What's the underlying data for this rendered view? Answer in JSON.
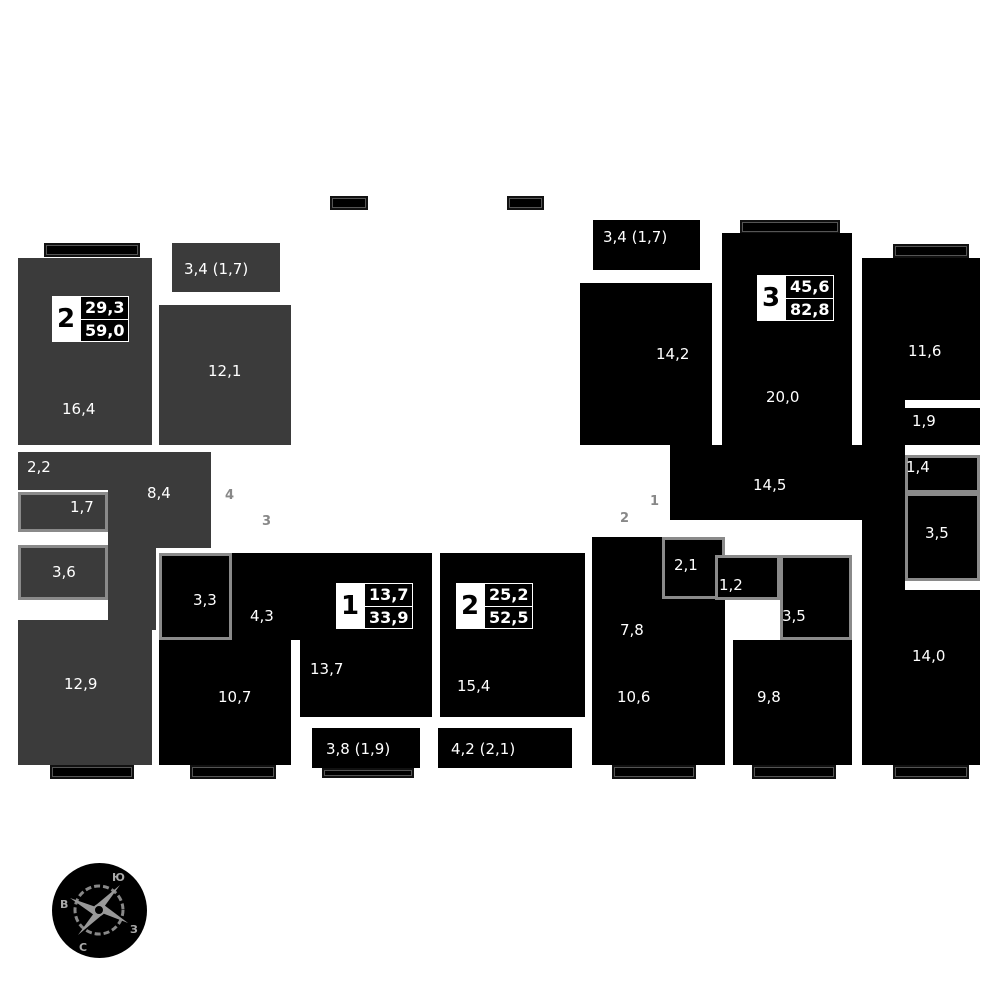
{
  "apartments": [
    {
      "rooms": "2",
      "living": "29,3",
      "total": "59,0"
    },
    {
      "rooms": "1",
      "living": "13,7",
      "total": "33,9"
    },
    {
      "rooms": "2",
      "living": "25,2",
      "total": "52,5"
    },
    {
      "rooms": "3",
      "living": "45,6",
      "total": "82,8"
    }
  ],
  "areas": {
    "a_16_4": "16,4",
    "a_12_1": "12,1",
    "a_bal1": "3,4 (1,7)",
    "a_2_2": "2,2",
    "a_1_7": "1,7",
    "a_8_4": "8,4",
    "a_3_6": "3,6",
    "a_12_9": "12,9",
    "b_3_3": "3,3",
    "b_4_3": "4,3",
    "b_10_7": "10,7",
    "b_13_7": "13,7",
    "b_bal": "3,8 (1,9)",
    "c_15_4": "15,4",
    "c_bal": "4,2 (2,1)",
    "c_7_8": "7,8",
    "c_2_1": "2,1",
    "c_1_2": "1,2",
    "c_3_5": "3,5",
    "c_10_6": "10,6",
    "c_9_8": "9,8",
    "d_bal": "3,4 (1,7)",
    "d_14_2": "14,2",
    "d_20_0": "20,0",
    "d_11_6": "11,6",
    "d_1_9": "1,9",
    "d_14_5": "14,5",
    "d_1_4": "1,4",
    "d_3_5": "3,5",
    "d_14_0": "14,0"
  },
  "entrance_numbers": [
    "1",
    "2",
    "3",
    "4"
  ],
  "compass": {
    "labels": [
      "Ю",
      "В",
      "С",
      "З"
    ]
  },
  "colors": {
    "highlight": "#3b3b3b",
    "other": "#000000"
  }
}
